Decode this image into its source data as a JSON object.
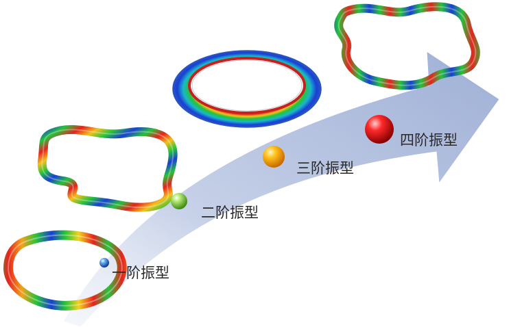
{
  "figure": {
    "modes": [
      {
        "order": 1,
        "label": "一阶振型",
        "marker_color": "#1a6fd6"
      },
      {
        "order": 2,
        "label": "二阶振型",
        "marker_color": "#8fd14a"
      },
      {
        "order": 3,
        "label": "三阶振型",
        "marker_color": "#f7a800"
      },
      {
        "order": 4,
        "label": "四阶振型",
        "marker_color": "#ee1c1c"
      }
    ],
    "colors": {
      "arrow": "#aebcdc",
      "contour_low": "#1a3fd6",
      "contour_mid": "#25c33a",
      "contour_high": "#e6231e"
    }
  }
}
